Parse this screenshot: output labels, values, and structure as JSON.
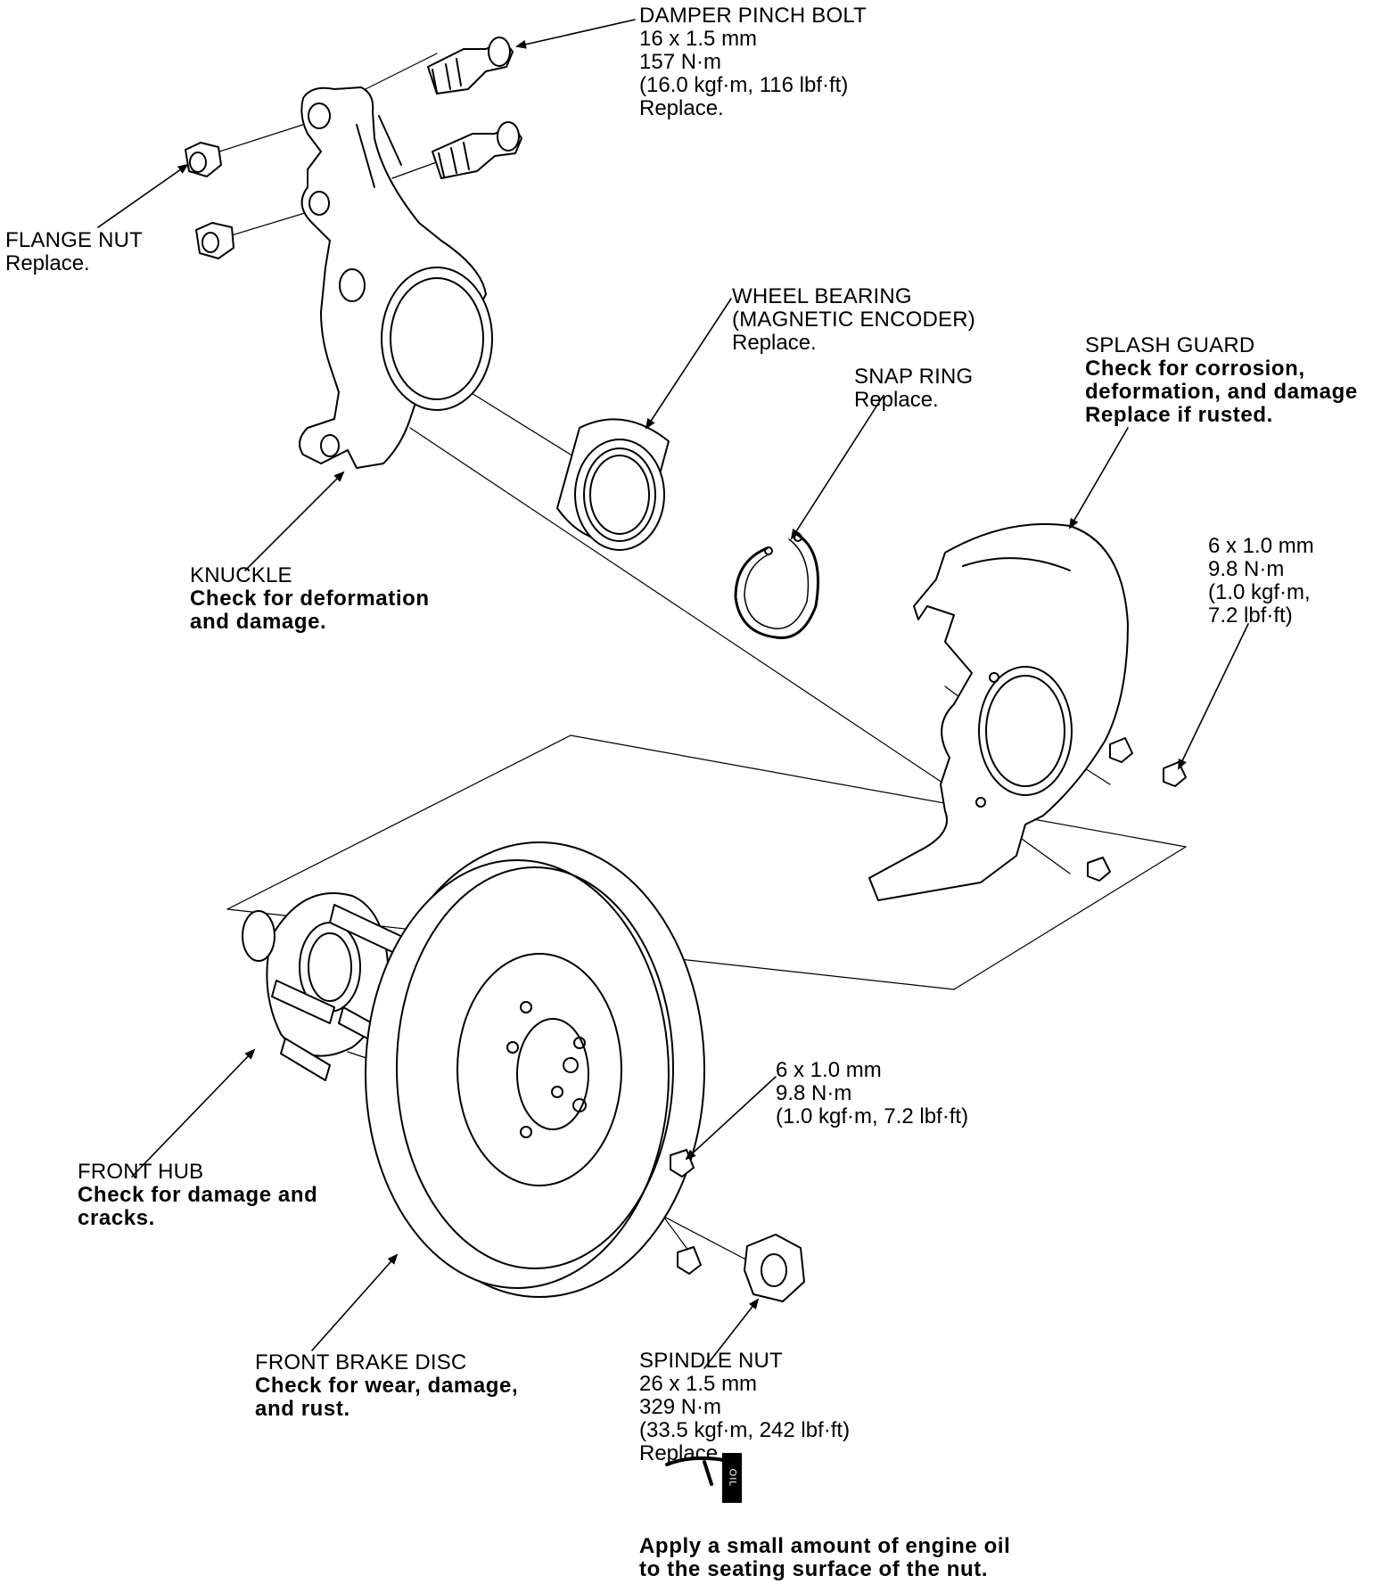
{
  "callouts": {
    "damper_pinch_bolt": {
      "name": "DAMPER PINCH BOLT",
      "size": "16 x 1.5 mm",
      "torque": "157 N·m",
      "torque_alt": "(16.0 kgf·m, 116 lbf·ft)",
      "note": "Replace."
    },
    "flange_nut": {
      "name": "FLANGE NUT",
      "note": "Replace."
    },
    "wheel_bearing": {
      "name": "WHEEL BEARING",
      "sub": "(MAGNETIC ENCODER)",
      "note": "Replace."
    },
    "snap_ring": {
      "name": "SNAP RING",
      "note": "Replace."
    },
    "splash_guard": {
      "name": "SPLASH GUARD",
      "note1": "Check for corrosion,",
      "note2": "deformation, and damage",
      "note3": "Replace if rusted."
    },
    "splash_bolt": {
      "size": "6 x 1.0 mm",
      "torque": "9.8 N·m",
      "torque_alt1": "(1.0 kgf·m,",
      "torque_alt2": "7.2 lbf·ft)"
    },
    "knuckle": {
      "name": "KNUCKLE",
      "note1": "Check for deformation",
      "note2": "and damage."
    },
    "disc_screw": {
      "size": "6 x 1.0 mm",
      "torque": "9.8 N·m",
      "torque_alt": "(1.0 kgf·m, 7.2 lbf·ft)"
    },
    "front_hub": {
      "name": "FRONT HUB",
      "note1": "Check for damage and",
      "note2": "cracks."
    },
    "front_brake_disc": {
      "name": "FRONT BRAKE DISC",
      "note1": "Check for wear, damage,",
      "note2": "and rust."
    },
    "spindle_nut": {
      "name": "SPINDLE NUT",
      "size": "26 x 1.5 mm",
      "torque": "329 N·m",
      "torque_alt": "(33.5 kgf·m, 242 lbf·ft)",
      "note": "Replace."
    },
    "oil_note": {
      "badge": "OIL",
      "line1": "Apply a small amount of engine oil",
      "line2": "to the seating surface of the nut."
    }
  }
}
